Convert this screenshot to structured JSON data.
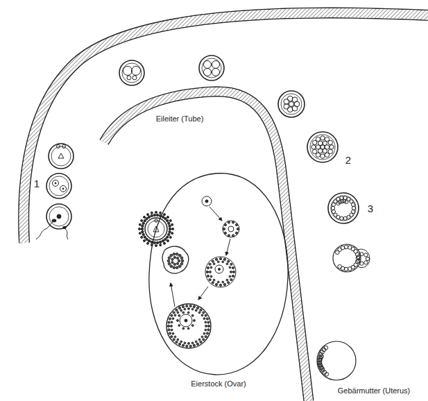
{
  "diagram": {
    "labels": [
      "Eileiter (Tube)",
      "Eierstock (Ovar)",
      "Gebärmutter (Uterus)",
      "1",
      "2",
      "3"
    ]
  }
}
